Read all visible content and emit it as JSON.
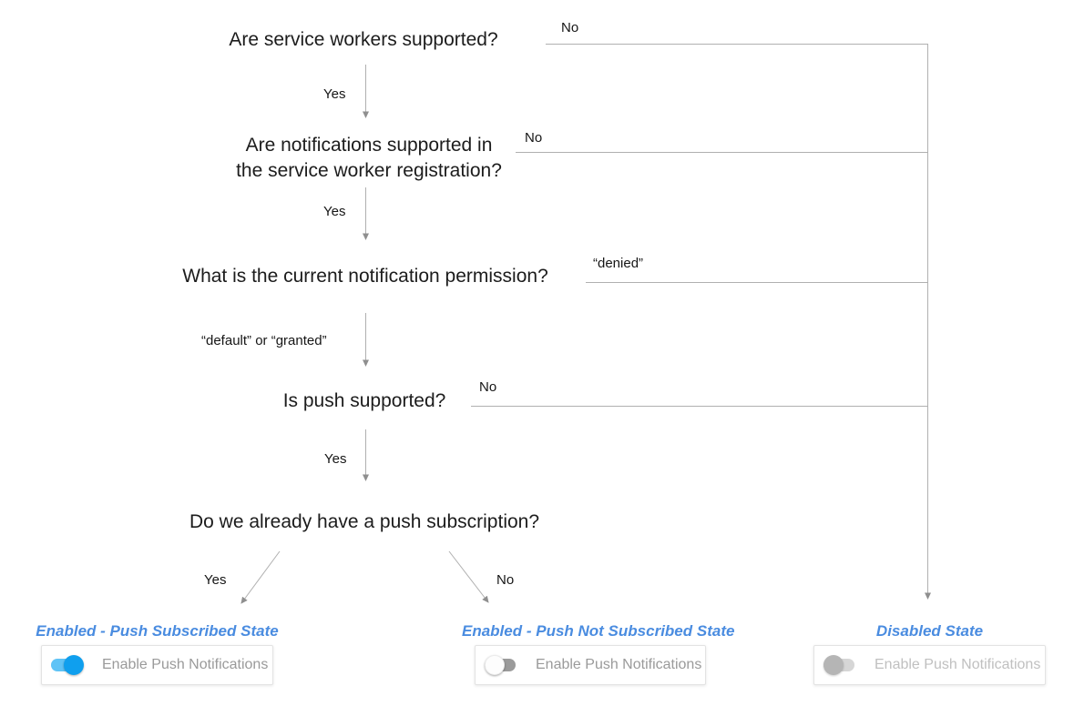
{
  "flow": {
    "questions": [
      {
        "text": "Are service workers supported?"
      },
      {
        "line1": "Are notifications supported in",
        "line2": "the service worker registration?"
      },
      {
        "text": "What is the current notification permission?"
      },
      {
        "text": "Is push supported?"
      },
      {
        "text": "Do we already have a push subscription?"
      }
    ],
    "edge_labels": {
      "q1_yes": "Yes",
      "q1_no": "No",
      "q2_yes": "Yes",
      "q2_no": "No",
      "q3_yes": "“default” or “granted”",
      "q3_no": "“denied”",
      "q4_yes": "Yes",
      "q4_no": "No",
      "q5_yes": "Yes",
      "q5_no": "No"
    }
  },
  "states": [
    {
      "title": "Enabled - Push Subscribed State",
      "toggle_label": "Enable Push Notifications",
      "toggle_state": "on"
    },
    {
      "title": "Enabled - Push Not Subscribed State",
      "toggle_label": "Enable Push Notifications",
      "toggle_state": "off"
    },
    {
      "title": "Disabled State",
      "toggle_label": "Enable Push Notifications",
      "toggle_state": "disabled"
    }
  ],
  "colors": {
    "accent_blue": "#4a8ce0",
    "line_gray": "#b0b0b0",
    "text_dark": "#1c1c1c",
    "toggle_on_knob": "#0f9fee",
    "toggle_on_track": "#5fc3f6",
    "toggle_off_knob": "#fdfdfd",
    "toggle_off_track": "#9b9b9b",
    "toggle_disabled_knob": "#b5b5b5",
    "toggle_disabled_track": "#d6d6d6",
    "toggle_label_gray": "#9a9a9a",
    "toggle_label_disabled": "#c0c0c0"
  }
}
